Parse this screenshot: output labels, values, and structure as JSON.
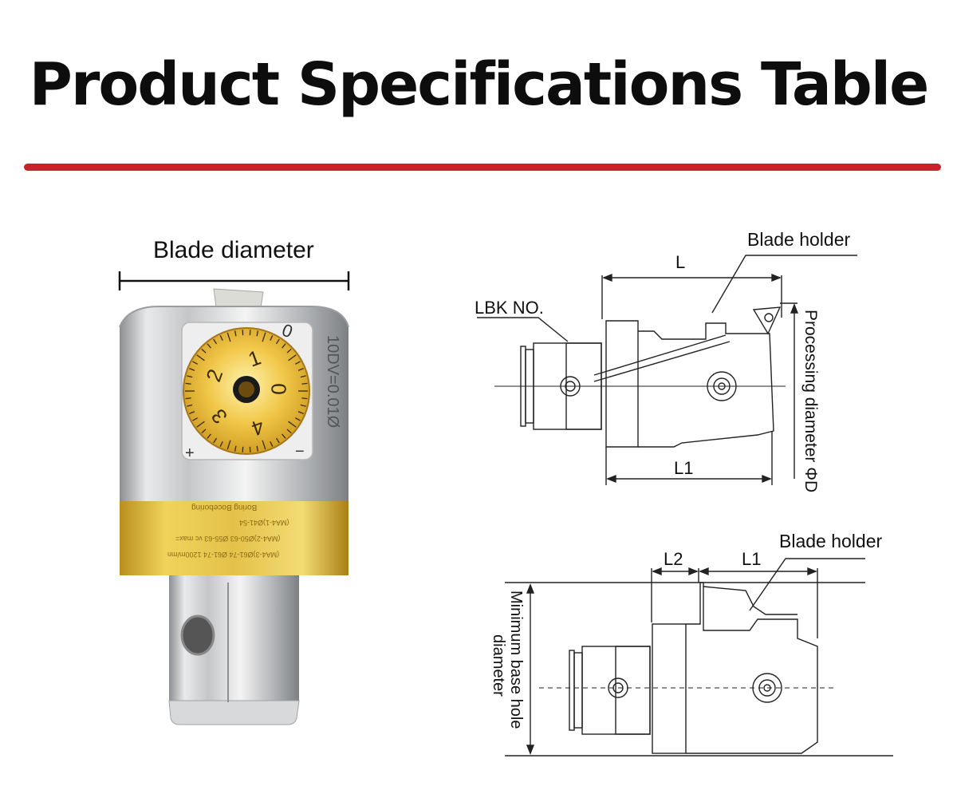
{
  "header": {
    "title": "Product Specifications Table"
  },
  "product_photo": {
    "dimension_label": "Blade diameter",
    "dial_numbers": [
      "0",
      "1",
      "2",
      "3",
      "4",
      "0"
    ],
    "dial_marks": {
      "plus": "+",
      "minus": "−"
    },
    "side_engraving": "10DV=0.01Ø",
    "ring_engraving": [
      "Boring  Boceboring",
      "(MA4-1)Ø41-54",
      "(MA4-2)Ø50-63   Ø55-63 vc max=",
      "(MA4-3)Ø61-74   Ø61-74 1200m/mn"
    ]
  },
  "diagram_top": {
    "labels": {
      "blade_holder": "Blade holder",
      "length": "L",
      "lbk_no": "LBK NO.",
      "processing_diameter": "Processing diameter ΦD",
      "length_1": "L1"
    }
  },
  "diagram_bottom": {
    "labels": {
      "blade_holder": "Blade holder",
      "length_2": "L2",
      "length_1": "L1",
      "min_base_hole_line1": "Minimum base hole",
      "min_base_hole_line2": "diameter"
    }
  },
  "colors": {
    "accent_rule": "#c8232b",
    "gold": "#d9b43a",
    "steel": "#c9cbcc"
  }
}
